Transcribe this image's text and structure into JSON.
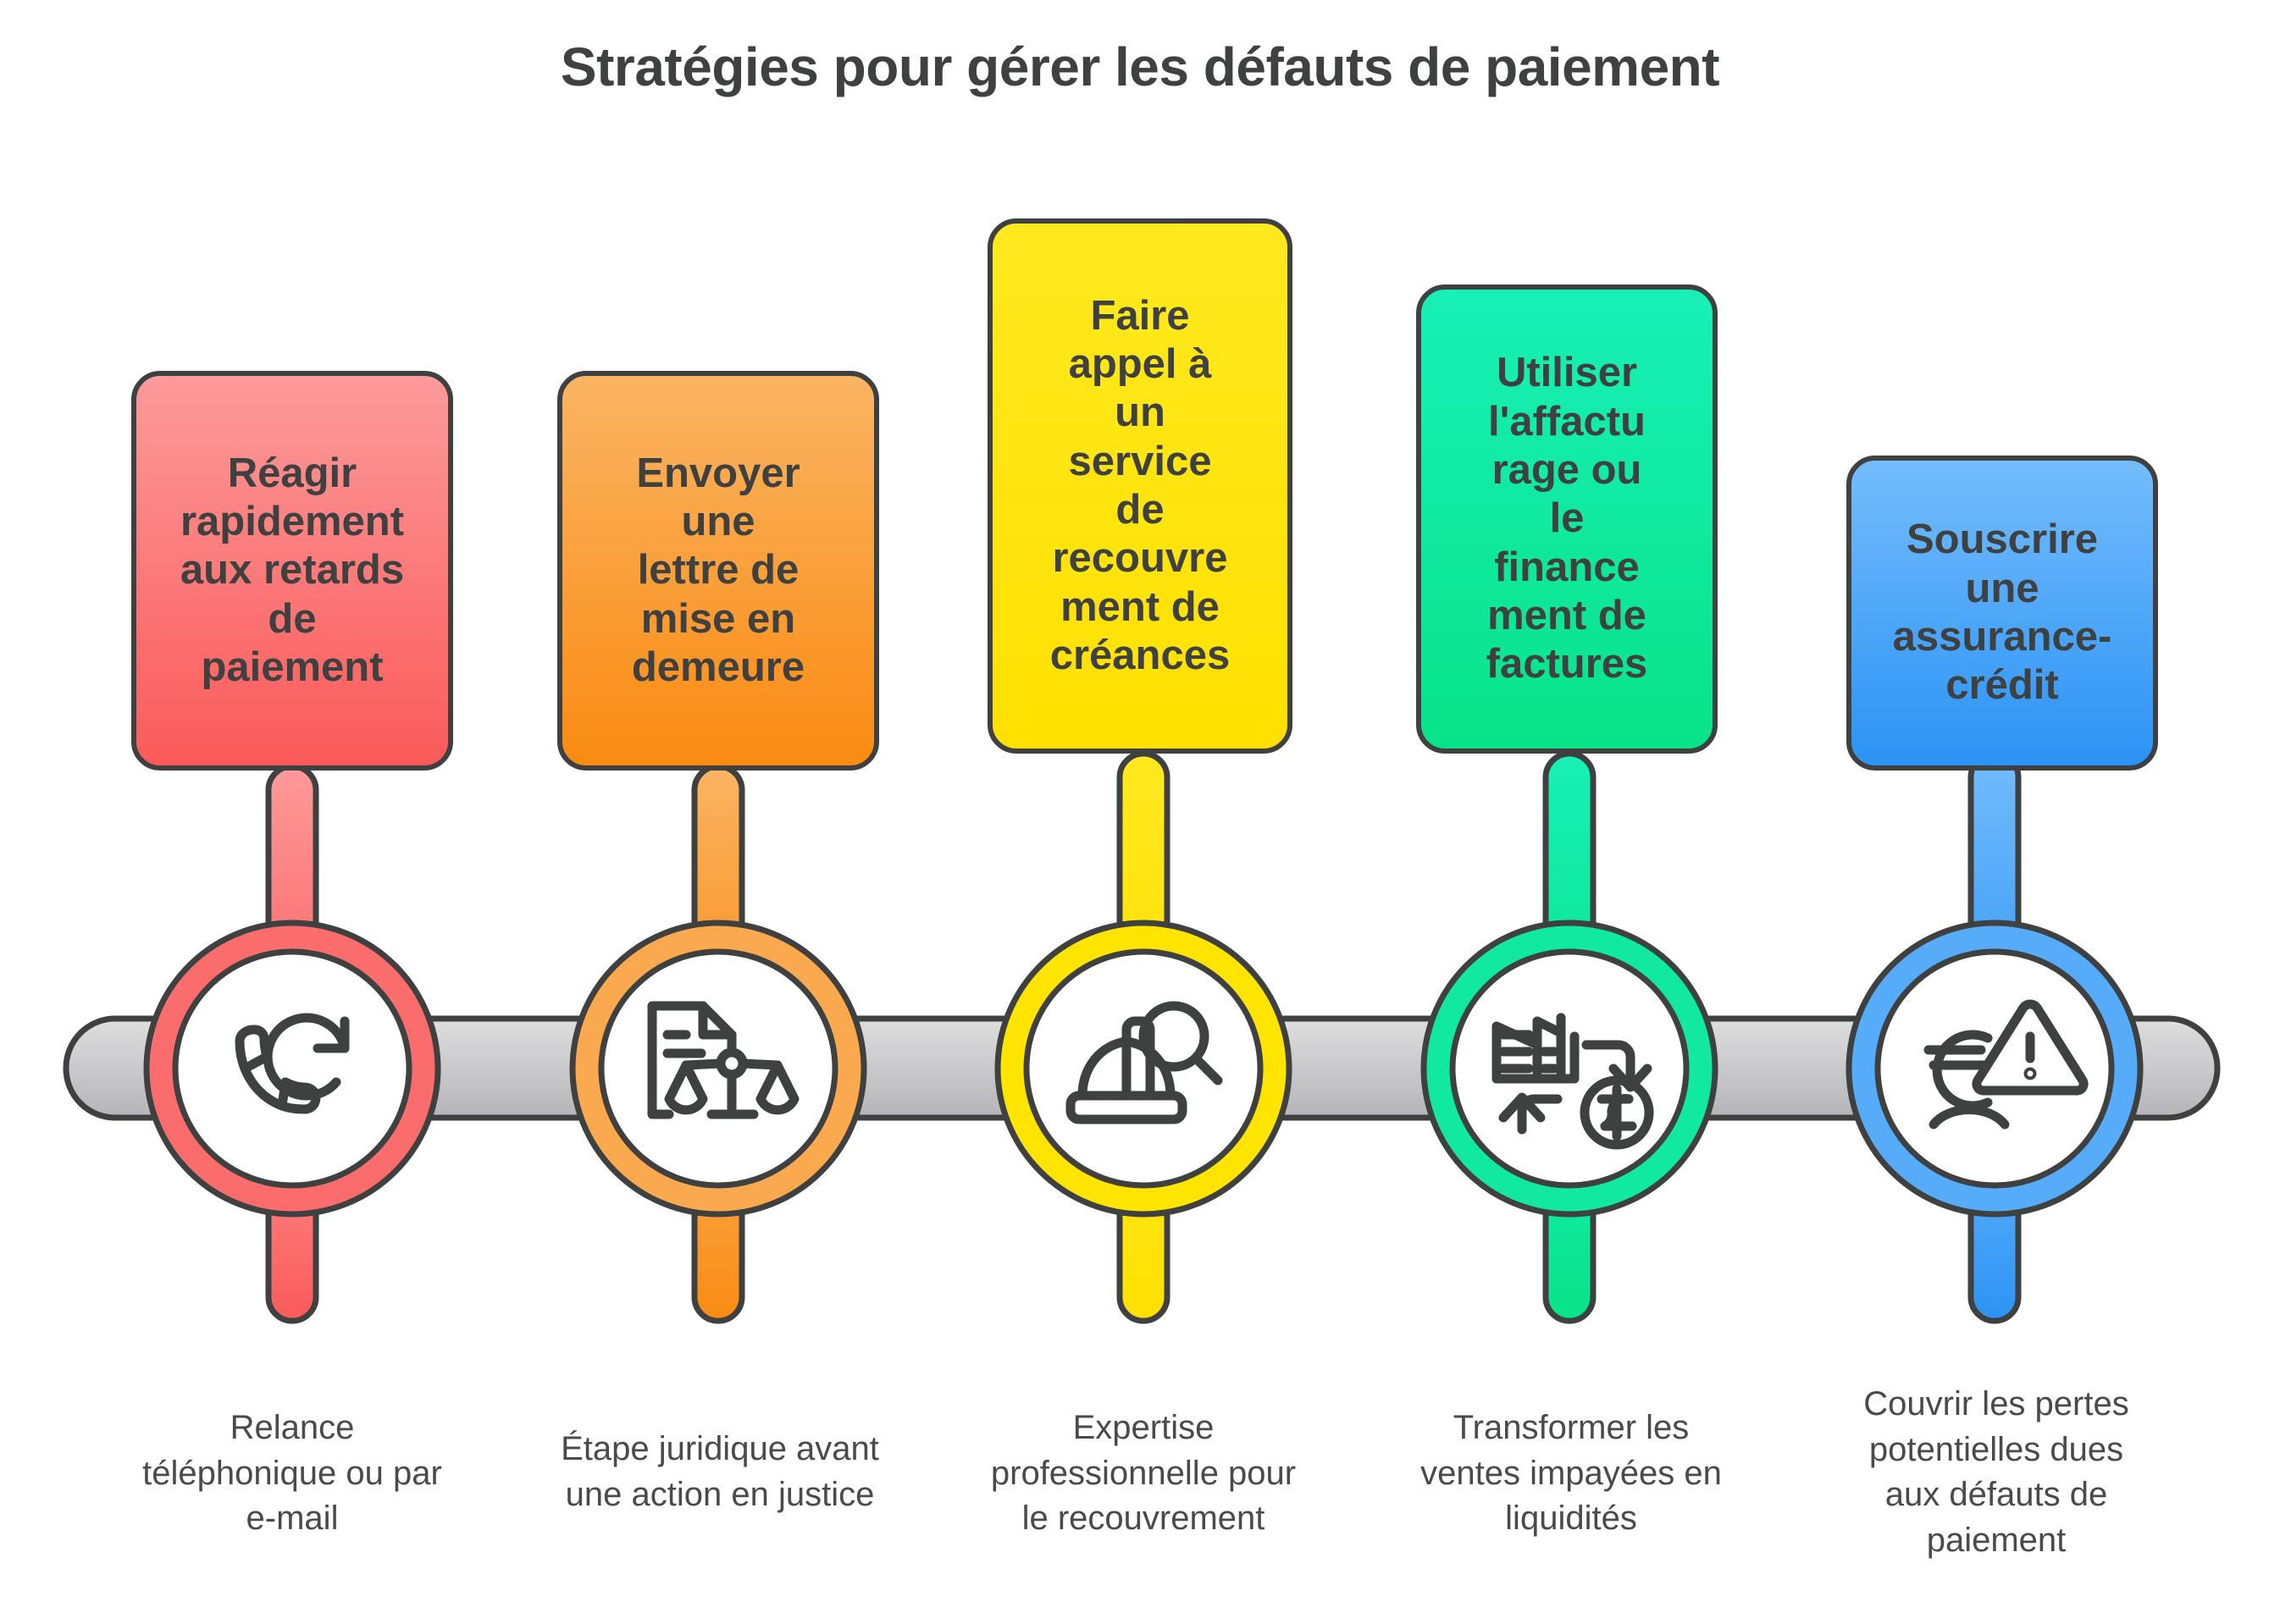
{
  "title": "Stratégies pour gérer les défauts de paiement",
  "colors": {
    "outline": "#3f4040",
    "text": "#3f4040",
    "caption_text": "#4a4a4a",
    "background": "#ffffff",
    "rail_from": "#d8d8da",
    "rail_to": "#b9b9bc",
    "red_from": "#fd9a9a",
    "red_to": "#fb5a5a",
    "orange_from": "#fbb463",
    "orange_to": "#f98b12",
    "yellow_from": "#ffe81a",
    "yellow_to": "#ffe200",
    "green_from": "#17efb3",
    "green_to": "#0ae58e",
    "blue_from": "#6fb9fb",
    "blue_to": "#2e96f5"
  },
  "steps": [
    {
      "card_label": "Réagir\nrapidement\naux retards\nde\npaiement",
      "caption": "Relance\ntéléphonique ou par\ne-mail",
      "icon": "phone-callback-icon",
      "color_from": "#fd9a9a",
      "color_to": "#fb5a5a",
      "ring_color": "#fb6d6d"
    },
    {
      "card_label": "Envoyer\nune\nlettre de\nmise en\ndemeure",
      "caption": "Étape juridique avant\nune action en justice",
      "icon": "legal-document-scales-icon",
      "color_from": "#fbb463",
      "color_to": "#f98b12",
      "ring_color": "#fba94e"
    },
    {
      "card_label": "Faire\nappel à\nun\nservice\nde\nrecouvre\nment de\ncréances",
      "caption": "Expertise\nprofessionnelle pour\nle recouvrement",
      "icon": "hardhat-magnifier-icon",
      "color_from": "#ffe81a",
      "color_to": "#ffe200",
      "ring_color": "#ffe400"
    },
    {
      "card_label": "Utiliser\nl'affactu\nrage ou\nle\nfinance\nment de\nfactures",
      "caption": "Transformer les\nventes impayées en\nliquidités",
      "icon": "invoice-to-cash-icon",
      "color_from": "#17efb3",
      "color_to": "#0ae58e",
      "ring_color": "#12e9a0"
    },
    {
      "card_label": "Souscrire\nune\nassurance-\ncrédit",
      "caption": "Couvrir les pertes\npotentielles dues\naux défauts de\npaiement",
      "icon": "euro-person-warning-icon",
      "color_from": "#6fb9fb",
      "color_to": "#2e96f5",
      "ring_color": "#57acf9"
    }
  ]
}
